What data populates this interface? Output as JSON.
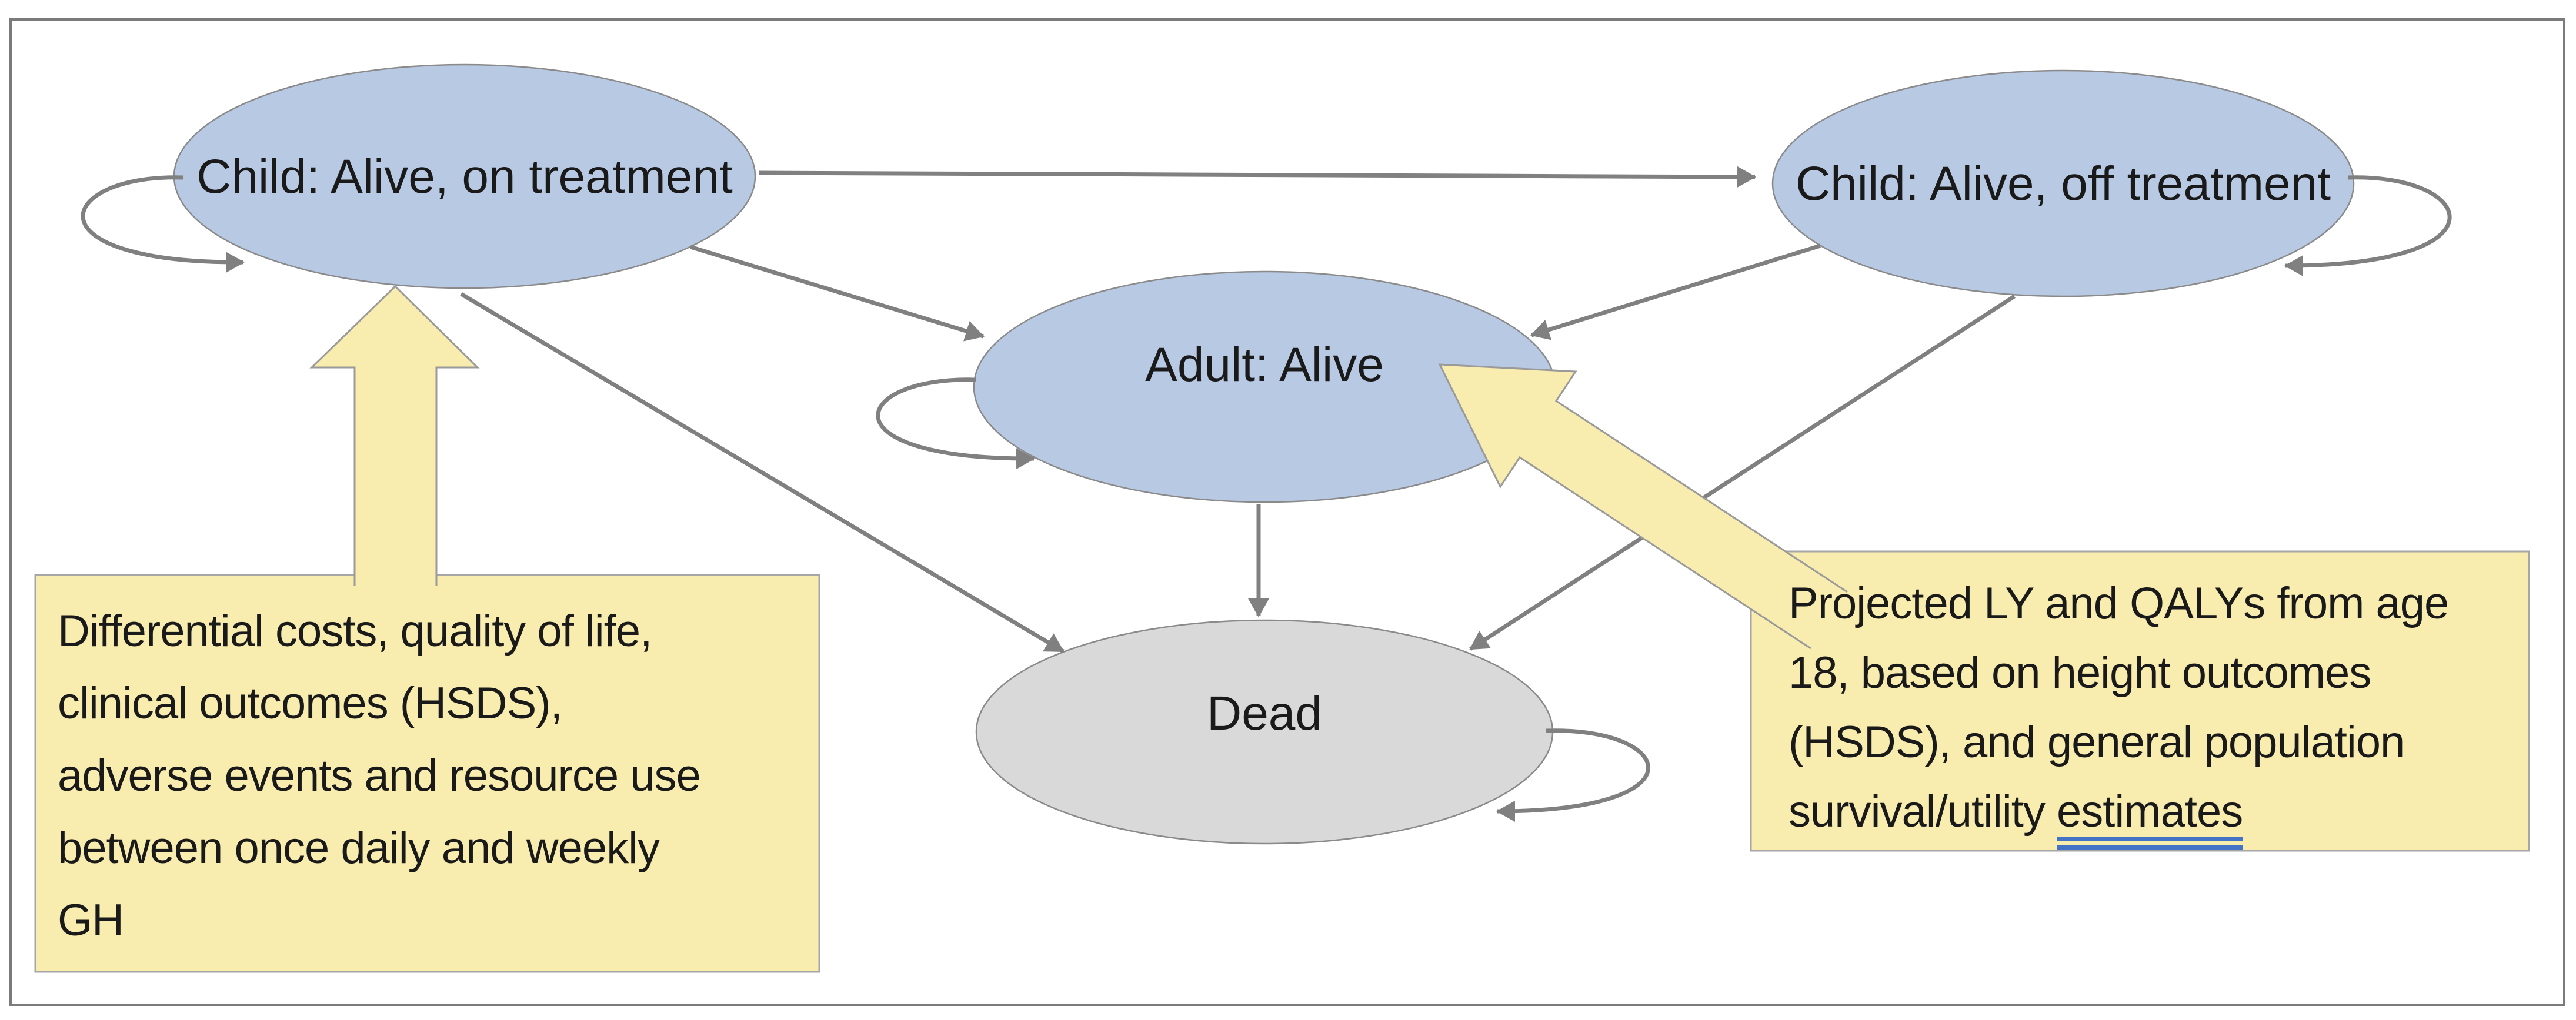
{
  "diagram": {
    "title": "Markov model state diagram for growth hormone treatment",
    "states": [
      {
        "id": "child-on-treatment",
        "label": "Child: Alive, on treatment"
      },
      {
        "id": "child-off-treatment",
        "label": "Child: Alive, off treatment"
      },
      {
        "id": "adult-alive",
        "label": "Adult: Alive"
      },
      {
        "id": "dead",
        "label": "Dead"
      }
    ],
    "transitions": [
      {
        "from": "child-on-treatment",
        "to": "child-on-treatment",
        "type": "self-loop"
      },
      {
        "from": "child-on-treatment",
        "to": "child-off-treatment",
        "type": "arrow"
      },
      {
        "from": "child-on-treatment",
        "to": "adult-alive",
        "type": "arrow"
      },
      {
        "from": "child-on-treatment",
        "to": "dead",
        "type": "arrow"
      },
      {
        "from": "child-off-treatment",
        "to": "child-off-treatment",
        "type": "self-loop"
      },
      {
        "from": "child-off-treatment",
        "to": "adult-alive",
        "type": "arrow"
      },
      {
        "from": "child-off-treatment",
        "to": "dead",
        "type": "arrow"
      },
      {
        "from": "adult-alive",
        "to": "adult-alive",
        "type": "self-loop"
      },
      {
        "from": "adult-alive",
        "to": "dead",
        "type": "arrow"
      },
      {
        "from": "dead",
        "to": "dead",
        "type": "self-loop"
      }
    ],
    "annotations": {
      "left": {
        "lines": [
          "Differential costs, quality of life,",
          "clinical outcomes (HSDS),",
          "adverse events and resource use",
          "between once daily and weekly",
          "GH"
        ],
        "points_to": "child-on-treatment"
      },
      "right": {
        "lines": [
          "Projected LY and QALYs from age",
          "18, based on height outcomes",
          "(HSDS), and general population"
        ],
        "last_line_before": "survival/utility ",
        "last_line_underlined": "estimates",
        "points_to": "adult-alive"
      }
    },
    "colors": {
      "state_blue": "#b8c9e4",
      "state_gray": "#d9d9d9",
      "note_yellow": "#f8ecae",
      "arrow_gray": "#808080",
      "underline_blue": "#4472c4",
      "shape_stroke": "#8a8a8a",
      "frame_stroke": "#7b7b7b"
    }
  }
}
